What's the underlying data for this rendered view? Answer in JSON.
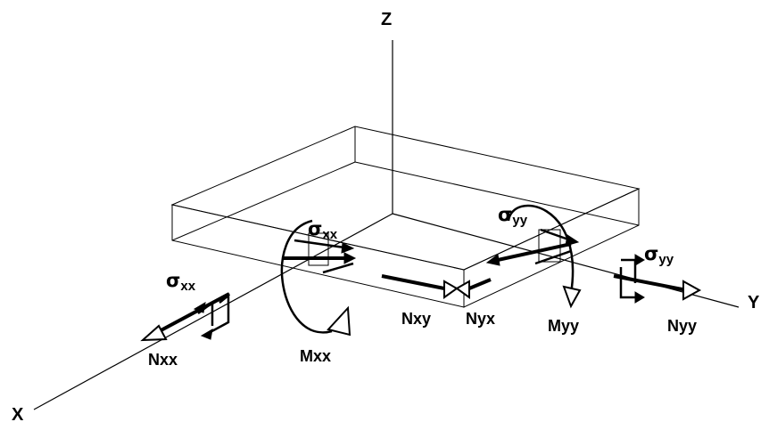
{
  "axes": {
    "x": "X",
    "y": "Y",
    "z": "Z"
  },
  "labels": {
    "sigma_xx_left": {
      "sym": "σ",
      "sub": "xx"
    },
    "sigma_xx_center": {
      "sym": "σ",
      "sub": "xx"
    },
    "sigma_yy_center": {
      "sym": "σ",
      "sub": "yy"
    },
    "sigma_yy_right": {
      "sym": "σ",
      "sub": "yy"
    },
    "nxx": "Nxx",
    "mxx": "Mxx",
    "nxy": "Nxy",
    "nyx": "Nyx",
    "myy": "Myy",
    "nyy": "Nyy"
  }
}
